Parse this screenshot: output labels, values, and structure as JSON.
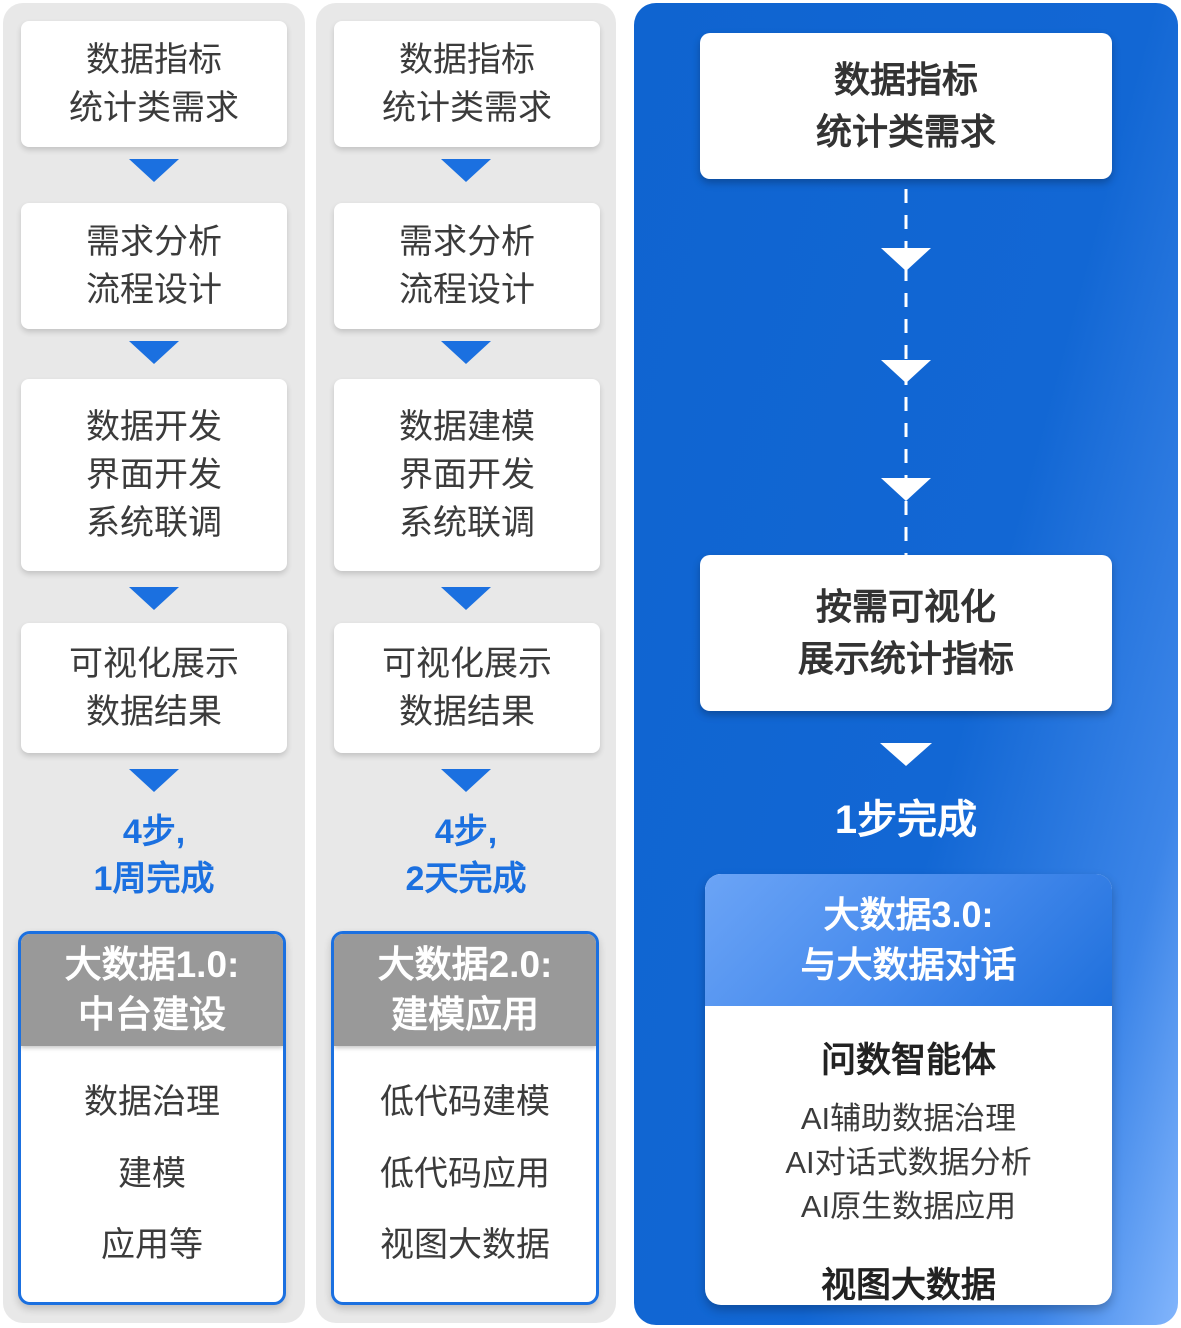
{
  "diagram_title": "",
  "colors": {
    "panel_gray": "#e8e8e8",
    "accent_blue": "#1b70e0",
    "panel_blue_gradient_start": "#0f64d0",
    "panel_blue_gradient_end": "#82b5fc",
    "gray_header": "#999999",
    "header3_gradient_start": "#6ba4f6",
    "header3_gradient_end": "#1f70dc",
    "text_dark": "#3b3b3b",
    "white": "#ffffff"
  },
  "columns": [
    {
      "id": "bigdata-1.0",
      "steps": [
        "数据指标\n统计类需求",
        "需求分析\n流程设计",
        "数据开发\n界面开发\n系统联调",
        "可视化展示\n数据结果"
      ],
      "summary": "4步,\n1周完成",
      "result_title": "大数据1.0:\n中台建设",
      "result_items": [
        "数据治理",
        "建模",
        "应用等"
      ]
    },
    {
      "id": "bigdata-2.0",
      "steps": [
        "数据指标\n统计类需求",
        "需求分析\n流程设计",
        "数据建模\n界面开发\n系统联调",
        "可视化展示\n数据结果"
      ],
      "summary": "4步,\n2天完成",
      "result_title": "大数据2.0:\n建模应用",
      "result_items": [
        "低代码建模",
        "低代码应用",
        "视图大数据"
      ]
    },
    {
      "id": "bigdata-3.0",
      "steps": [
        "数据指标\n统计类需求",
        "按需可视化\n展示统计指标"
      ],
      "summary": "1步完成",
      "result_title": "大数据3.0:\n与大数据对话",
      "result_subtitle": "问数智能体",
      "result_items": [
        "AI辅助数据治理",
        "AI对话式数据分析",
        "AI原生数据应用"
      ],
      "result_footer": "视图大数据"
    }
  ]
}
